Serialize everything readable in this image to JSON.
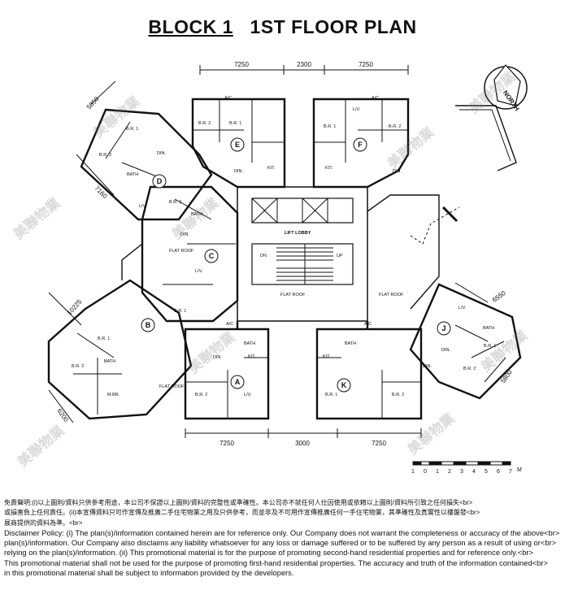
{
  "title": {
    "block": "BLOCK 1",
    "floor": "1ST FLOOR PLAN"
  },
  "compass": "NORTH",
  "dimensions": {
    "top": [
      "7250",
      "2300",
      "7250"
    ],
    "bottom": [
      "7250",
      "3000",
      "7250"
    ],
    "left_upper": "5850",
    "left_mid": "7160",
    "left_lower": "10225",
    "left_bottom": "6200",
    "right_upper": "6550",
    "right_lower": "5800"
  },
  "units": [
    "A",
    "B",
    "C",
    "D",
    "E",
    "F",
    "J",
    "K"
  ],
  "room_labels": {
    "br1": "B.R. 1",
    "br2": "B.R. 2",
    "mbr": "M.BR.",
    "din": "DIN.",
    "lv": "L/V.",
    "kit": "KIT.",
    "bath": "BATH",
    "ac": "A/C",
    "flat_roof": "FLAT ROOF",
    "lift_lobby": "LIFT LOBBY",
    "up": "UP",
    "dn": "DN"
  },
  "scale": {
    "ticks": [
      "1",
      "0",
      "1",
      "2",
      "3",
      "4",
      "5",
      "6",
      "7"
    ],
    "unit": "M"
  },
  "watermark": "美聯物業",
  "disclaimer": {
    "zh_1": "免責聲明:(i)以上圖則/資料只供參考用途，本公司不保證以上圖則/資料的完整性或準確性。本公司亦不就任何人仕因使用或依賴以上圖則/資料所引致之任何損失<br>",
    "zh_2": "或損害負上任何責任。(ii)本宣傳資料只可作宣傳及推廣二手住宅物業之用及只供參考，而並非及不可用作宣傳推廣任何一手住宅物業，其準確性及真實性以樓盤發<br>",
    "zh_3": "展商提供的資料為準。<br>",
    "en_1": "Disclaimer Policy: (i) The plan(s)/information contained herein are for reference only. Our Company does not warrant the completeness or accuracy of the above<br>",
    "en_2": "plan(s)/information. Our Company also disclaims any liability whatsoever for any loss or damage suffered or to be suffered by any person as a result of using or<br>",
    "en_3": "relying on the plan(s)/information. (ii) This promotional material is for the purpose of promoting second-hand residential properties and for reference only.<br>",
    "en_4": "This promotional material shall not be used for the purpose of promoting first-hand residential properties. The accuracy and truth of the information contained<br>",
    "en_5": "in this promotional material shall be subject to information provided by the developers."
  }
}
